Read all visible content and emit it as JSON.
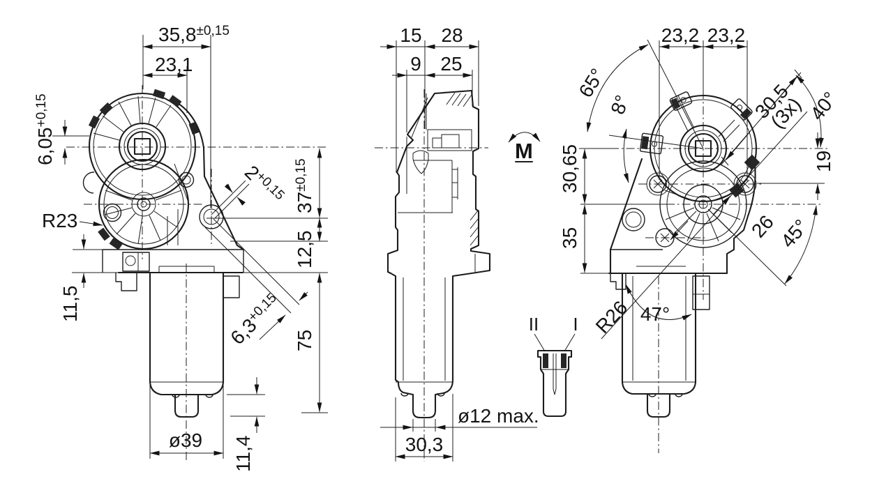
{
  "drawing": {
    "background": "#ffffff",
    "line_color": "#1c1c1c",
    "front_view": {
      "total_width": {
        "v": "35,8",
        "tol": "±0,15"
      },
      "axis_offset": {
        "v": "23,1"
      },
      "worm_offset": {
        "v": "6,05",
        "tol": "+0,15"
      },
      "gear_radius": {
        "v": "R23"
      },
      "step_height": {
        "v": "11,5"
      },
      "rib_width": {
        "v": "2",
        "tol": "+0,15"
      },
      "center_height": {
        "v": "37",
        "tol": "±0,15"
      },
      "flange_height": {
        "v": "12,5"
      },
      "shaft_rib": {
        "v": "6,3",
        "tol": "+0,15"
      },
      "motor_length": {
        "v": "75"
      },
      "motor_diameter": {
        "v": "ø39"
      },
      "shaft_length": {
        "v": "11,4"
      }
    },
    "side_view": {
      "cover_depth": {
        "v": "15"
      },
      "housing_depth": {
        "v": "28"
      },
      "inner_depth": {
        "v": "9"
      },
      "gear_depth": {
        "v": "25"
      },
      "rotation_mark": {
        "v": "M"
      },
      "shaft_diameter": {
        "v": "ø12 max."
      },
      "motor_width": {
        "v": "30,3"
      }
    },
    "connector": {
      "terminal_2": {
        "v": "II"
      },
      "terminal_1": {
        "v": "I"
      }
    },
    "rear_view": {
      "lug_left": {
        "v": "23,2"
      },
      "lug_right": {
        "v": "23,2"
      },
      "angle_top": {
        "v": "65°"
      },
      "angle_lug": {
        "v": "8°"
      },
      "bolt_circle": {
        "v": "30,5"
      },
      "bolt_count": {
        "v": "(3x)"
      },
      "angle_right": {
        "v": "40°"
      },
      "screw_offset": {
        "v": "19"
      },
      "gear_center": {
        "v": "30,65"
      },
      "flange_offset": {
        "v": "35"
      },
      "diag_offset": {
        "v": "26"
      },
      "angle_diag": {
        "v": "45°"
      },
      "flange_radius": {
        "v": "R26"
      },
      "angle_shaft": {
        "v": "47°"
      }
    }
  }
}
